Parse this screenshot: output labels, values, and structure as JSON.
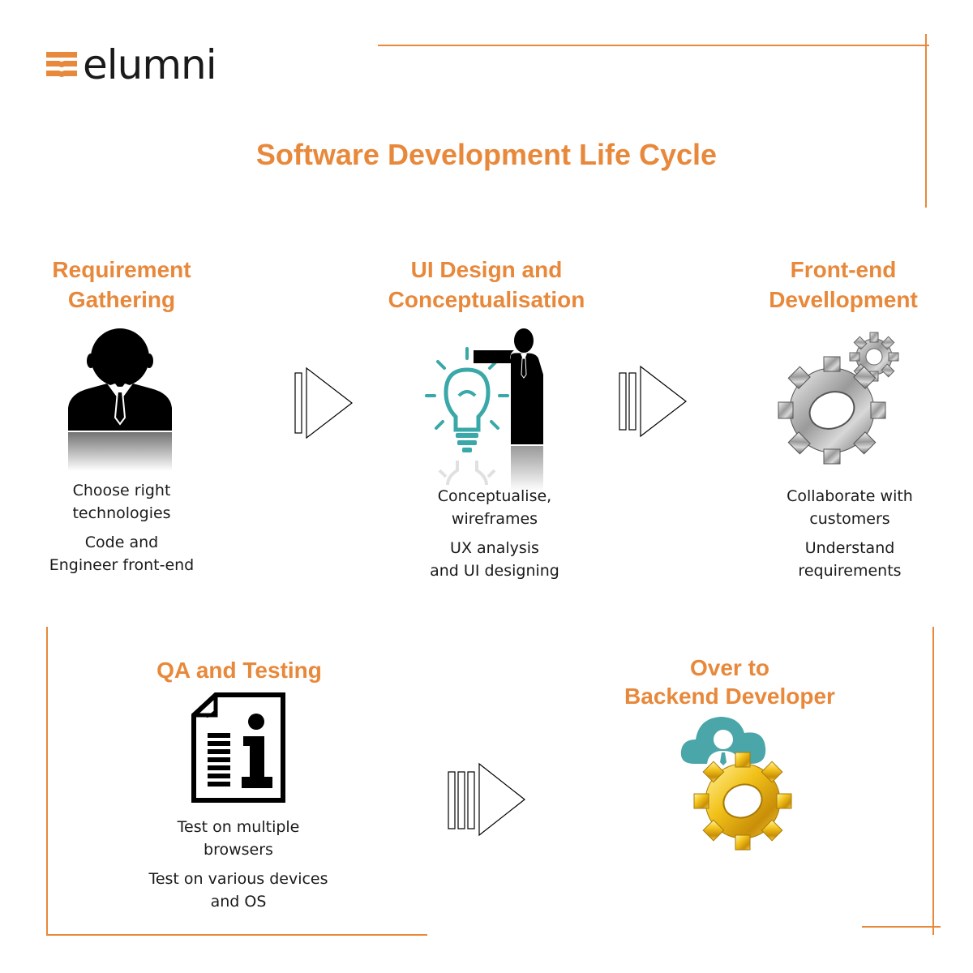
{
  "brand": {
    "name": "elumni",
    "logo_icon": "book-stack-icon",
    "accent": "#e8883a"
  },
  "title": "Software Development Life Cycle",
  "steps": [
    {
      "title_lines": [
        "Requirement",
        "Gathering"
      ],
      "icon": "businessman-icon",
      "desc": [
        [
          "Choose right",
          "technologies"
        ],
        [
          "Code and",
          "Engineer front-end"
        ]
      ]
    },
    {
      "title_lines": [
        "UI Design and",
        "Conceptualisation"
      ],
      "icon": "presenter-lightbulb-icon",
      "desc": [
        [
          "Conceptualise,",
          "wireframes"
        ],
        [
          "UX analysis",
          "and UI designing"
        ]
      ]
    },
    {
      "title_lines": [
        "Front-end",
        "Devellopment"
      ],
      "icon": "silver-gears-icon",
      "desc": [
        [
          "Collaborate with",
          "customers"
        ],
        [
          "Understand",
          "requirements"
        ]
      ]
    },
    {
      "title_lines": [
        "QA and Testing"
      ],
      "icon": "info-document-icon",
      "desc": [
        [
          "Test on multiple",
          "browsers"
        ],
        [
          "Test on various devices",
          "and OS"
        ]
      ]
    },
    {
      "title_lines": [
        "Over to",
        "Backend Developer"
      ],
      "icon": "cloud-user-gold-gear-icon",
      "desc": []
    }
  ],
  "arrows": [
    "arrow-icon",
    "arrow-icon",
    "arrow-icon"
  ]
}
